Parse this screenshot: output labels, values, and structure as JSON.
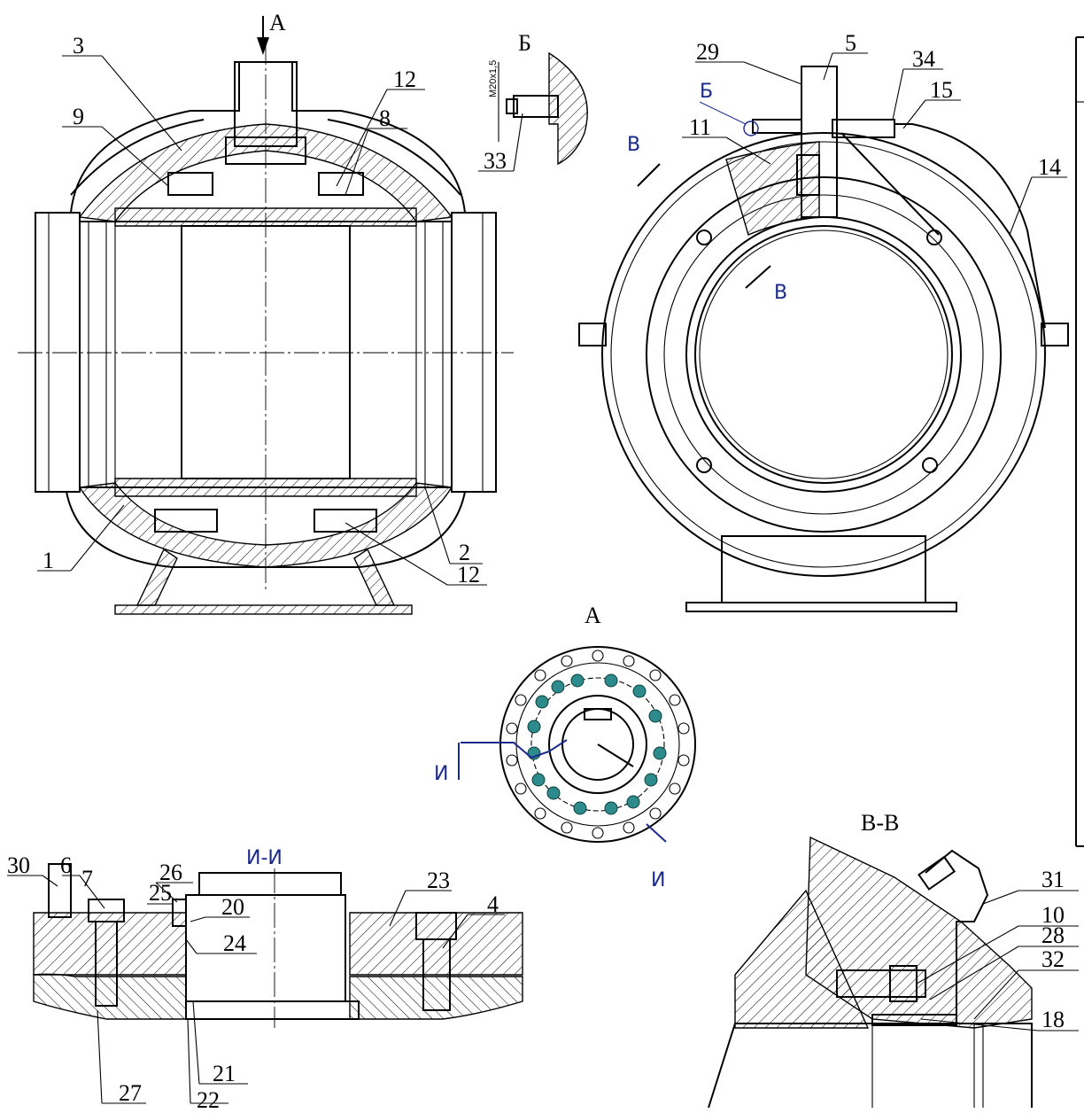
{
  "views": {
    "view_a_arrow": "А",
    "view_b_title": "Б",
    "view_b_thread": "М20х1,5",
    "side_b_mark": "Б",
    "section_v_mark_top": "В",
    "section_v_mark_bottom": "В",
    "view_a_title": "А",
    "section_i_mark_left": "И",
    "section_i_mark_right": "И",
    "section_ii_title": "И-И",
    "section_vv_title": "В-В"
  },
  "callouts_front": [
    "3",
    "9",
    "12",
    "8",
    "1",
    "2",
    "12"
  ],
  "callouts_b": [
    "33"
  ],
  "callouts_side": [
    "29",
    "5",
    "34",
    "15",
    "11",
    "14"
  ],
  "callouts_ii": [
    "30",
    "6",
    "7",
    "26",
    "25",
    "20",
    "24",
    "23",
    "4",
    "27",
    "22",
    "21"
  ],
  "callouts_vv": [
    "31",
    "10",
    "28",
    "32",
    "18"
  ]
}
